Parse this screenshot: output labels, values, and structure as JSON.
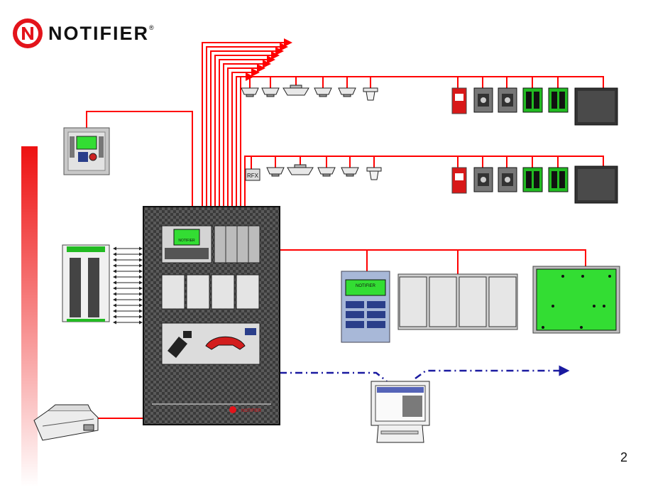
{
  "slide": {
    "brand": "NOTIFIER",
    "brand_mark": "®",
    "page_number": "2"
  },
  "panel": {
    "display_brand": "NOTIFIER",
    "nameplate": "NOTIFIER"
  },
  "loop_devices": {
    "rf_module_label": "RFX"
  },
  "remote_annunciator": {
    "display_brand": "NOTIFIER"
  },
  "colors": {
    "wiring": "#ff0000",
    "network_link": "#1a1aa0",
    "accent_gradient_top": "#ee1111",
    "module_green": "#22bb22",
    "panel_dark": "#2a2a2a",
    "graphic_map_green": "#33dd33"
  }
}
